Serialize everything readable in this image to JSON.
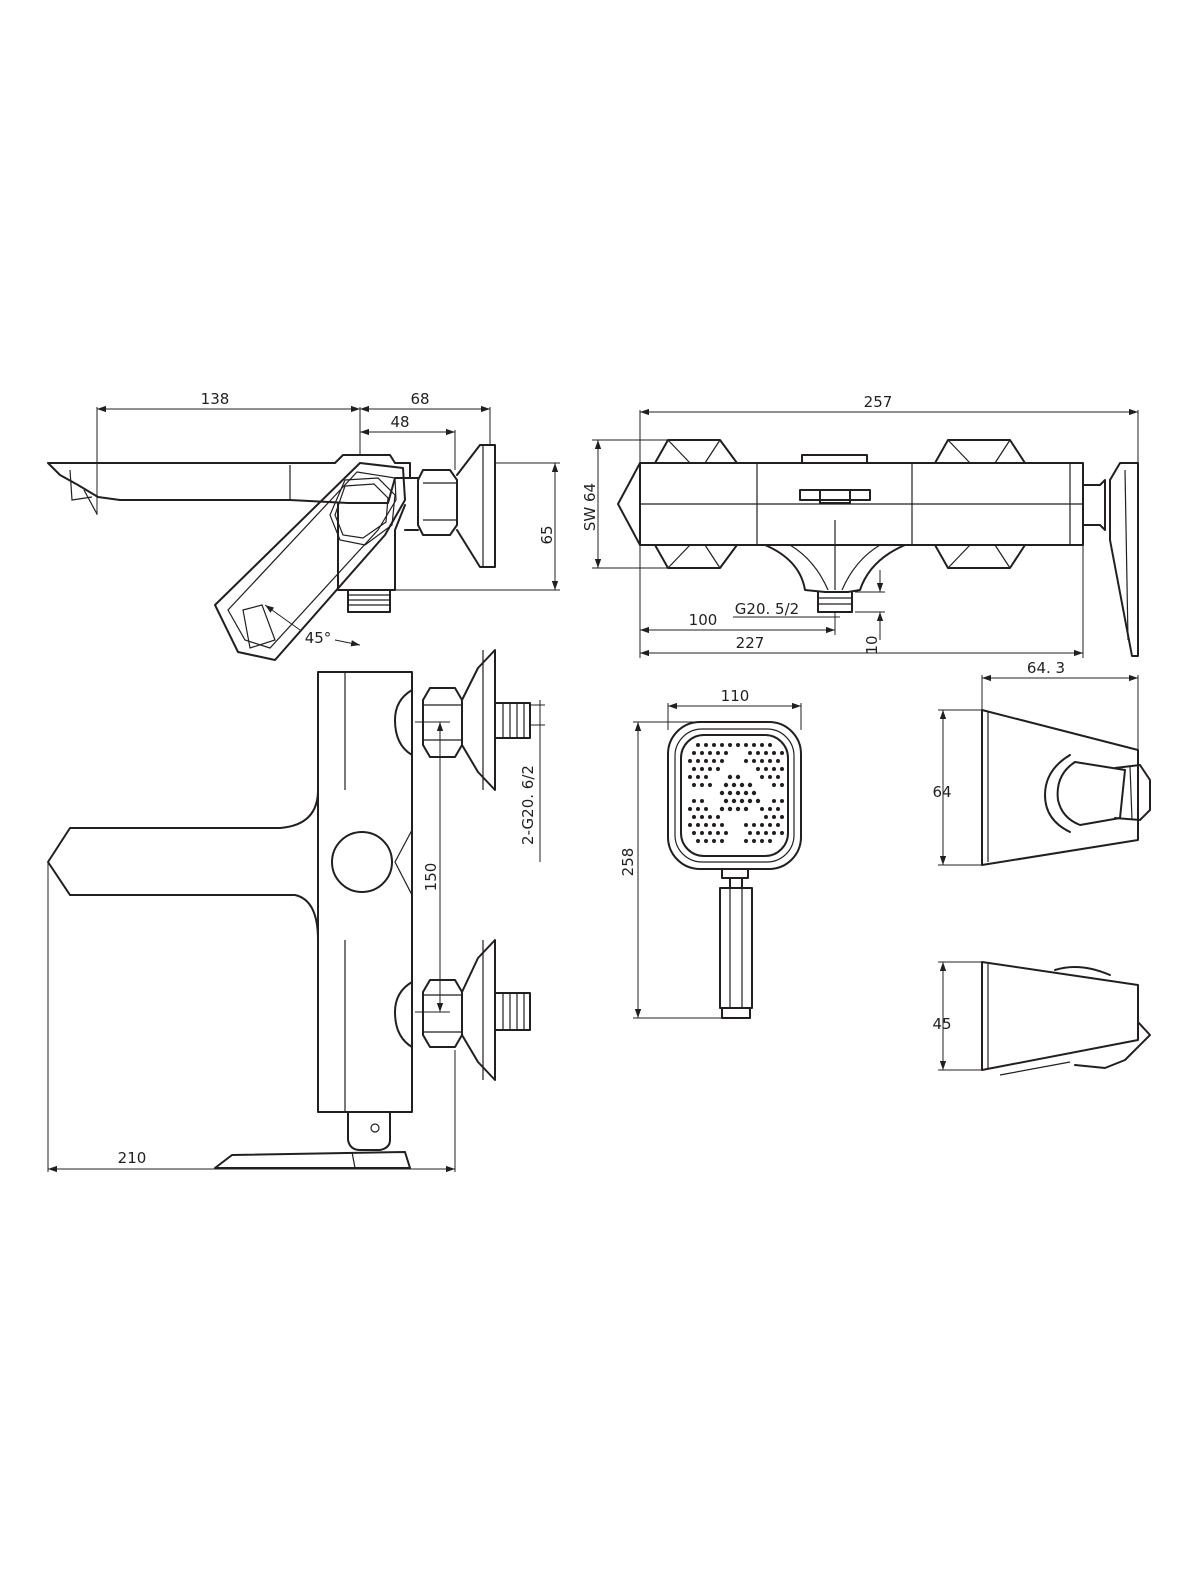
{
  "side_view": {
    "dim_spout_length": "138",
    "dim_body_depth": "68",
    "dim_body_offset": "48",
    "dim_height": "65",
    "dim_handle_angle": "45°"
  },
  "front_view": {
    "dim_total_width": "257",
    "dim_hex_size": "SW 64",
    "dim_outlet_thread": "G20. 5/2",
    "dim_outlet_offset": "100",
    "dim_inlet_offset": "227",
    "dim_outlet_height": "10"
  },
  "plan_view": {
    "dim_inlet_threads": "2-G20. 6/2",
    "dim_inlet_spacing": "150",
    "dim_overall_depth": "210"
  },
  "hand_shower": {
    "dim_head_width": "110",
    "dim_total_length": "258"
  },
  "holder_top": {
    "dim_width": "64. 3",
    "dim_height": "64"
  },
  "holder_side": {
    "dim_height": "45"
  }
}
